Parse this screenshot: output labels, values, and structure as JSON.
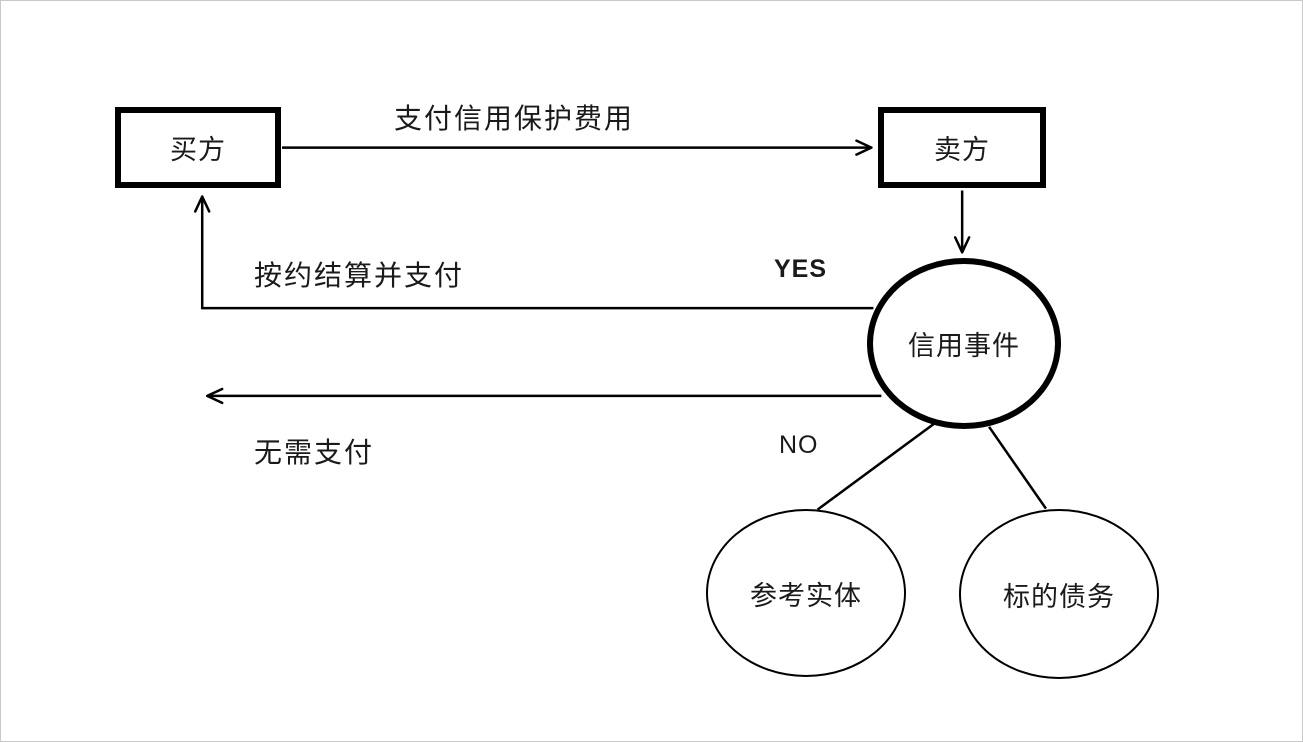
{
  "diagram": {
    "title": "credit-default-swap-flow",
    "nodes": {
      "buyer": "买方",
      "seller": "卖方",
      "credit_event": "信用事件",
      "reference_entity": "参考实体",
      "underlying_obligation": "标的债务"
    },
    "edges": {
      "pay_fee": "支付信用保护费用",
      "settle_pay": "按约结算并支付",
      "yes": "YES",
      "no_payment": "无需支付",
      "no": "NO"
    },
    "colors": {
      "line": "#000000",
      "background": "#ffffff",
      "frame": "#c9c9c9"
    }
  }
}
